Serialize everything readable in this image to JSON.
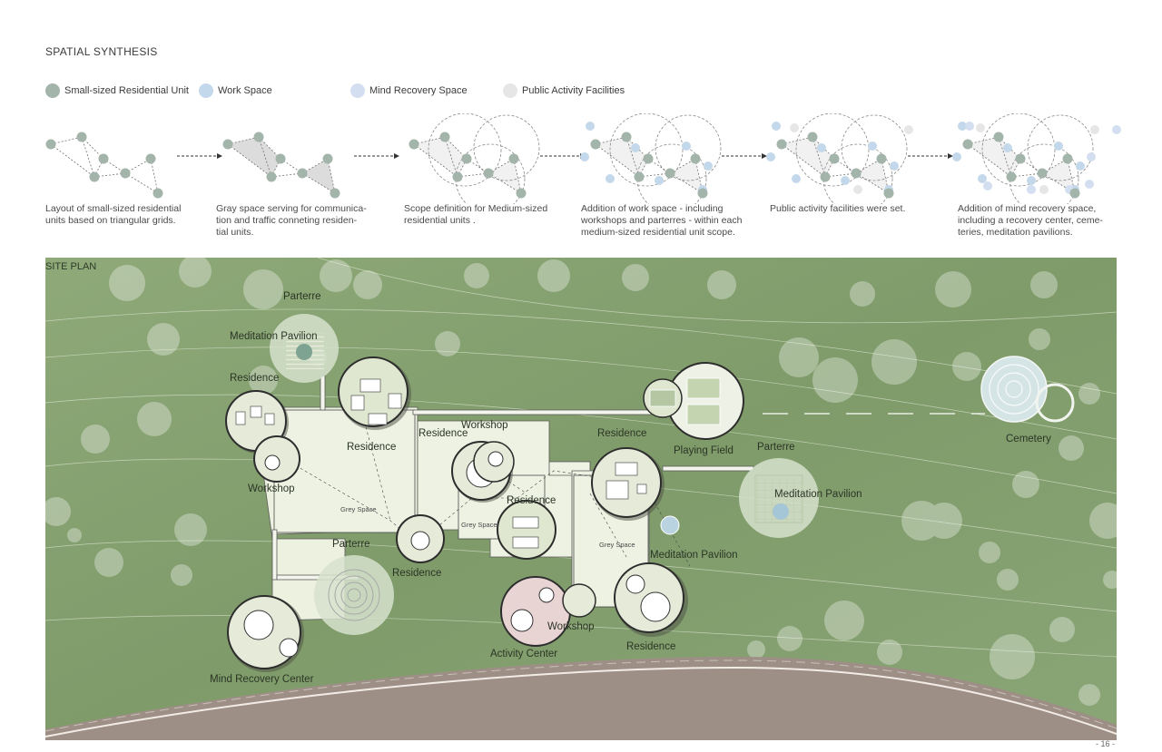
{
  "heading": "SPATIAL SYNTHESIS",
  "legend": [
    {
      "label": "Small-sized Residential Unit",
      "color": "#a3b4aa"
    },
    {
      "label": "Work Space",
      "color": "#c3d8ea"
    },
    {
      "label": "Mind Recovery Space",
      "color": "#d3dff0"
    },
    {
      "label": "Public Activity Facilities",
      "color": "#e6e6e6"
    }
  ],
  "steps": [
    "Layout of small-sized residential units based on triangular grids.",
    "Gray space serving for communica-tion and traffic conneting residen-tial units.",
    "Scope definition for Medium-sized residential units .",
    "Addition of work space - including workshops and parterres - within each medium-sized residential unit scope.",
    "Public activity facilities were set.",
    "Addition of mind recovery space, including a recovery center, ceme-teries, meditation pavilions."
  ],
  "site_plan": {
    "title": "SITE PLAN",
    "labels": {
      "parterre": "Parterre",
      "meditation_pavilion": "Meditation Pavilion",
      "residence": "Residence",
      "workshop": "Workshop",
      "grey_space": "Grey Space",
      "playing_field": "Playing Field",
      "cemetery": "Cemetery",
      "activity_center": "Activity Center",
      "mind_recovery_center": "Mind Recovery Center"
    }
  },
  "page_number": "- 16 -"
}
